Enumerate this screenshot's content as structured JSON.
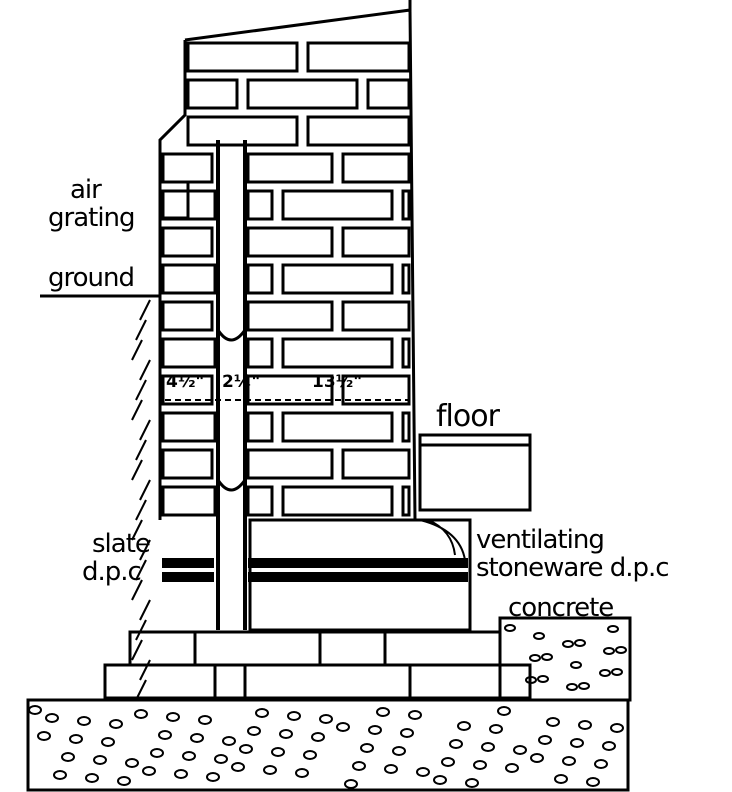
{
  "labels": {
    "air_grating_1": "air",
    "air_grating_2": "grating",
    "ground": "ground",
    "floor": "floor",
    "slate_1": "slate",
    "slate_2": "d.p.c",
    "ventilating_1": "ventilating",
    "ventilating_2": "stoneware d.p.c",
    "concrete": "concrete"
  },
  "dimensions": {
    "outer_leaf": "4½\"",
    "cavity": "2¼\"",
    "inner_leaf": "13½\""
  },
  "colors": {
    "ink": "#000000",
    "paper": "#ffffff"
  }
}
